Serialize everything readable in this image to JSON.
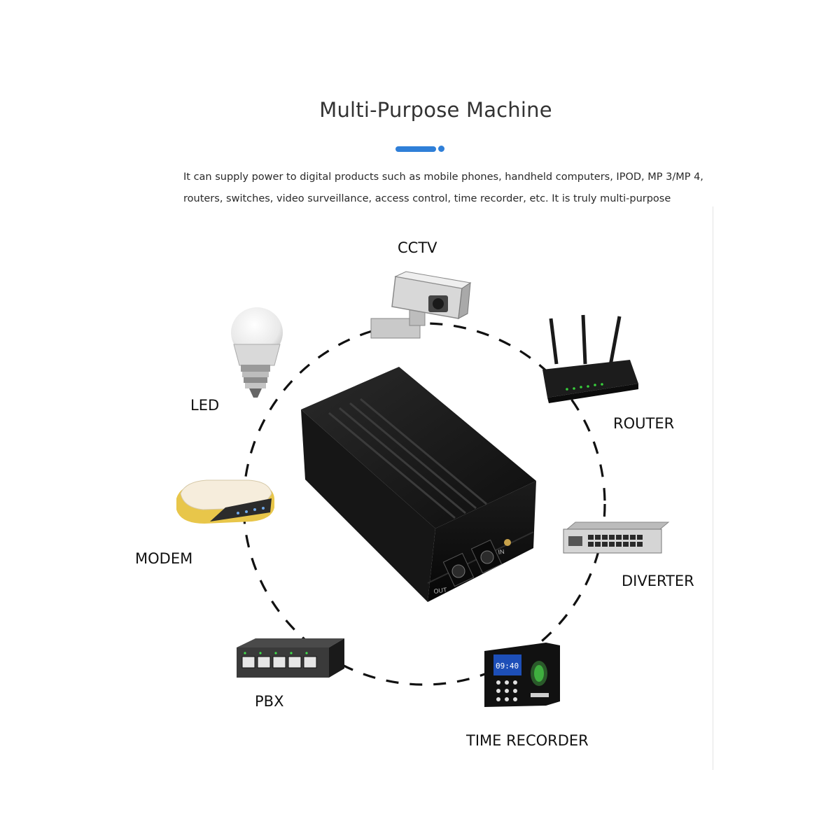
{
  "heading": "Multi-Purpose Machine",
  "description": {
    "line1": "It can supply power to digital products such as mobile phones, handheld computers, IPOD, MP 3/MP 4,",
    "line2": "routers, switches, video surveillance, access control, time recorder, etc. It is truly multi-purpose"
  },
  "accent_color": "#2f7fd8",
  "devices": {
    "cctv": "CCTV",
    "led": "LED",
    "router": "ROUTER",
    "modem": "MODEM",
    "diverter": "DIVERTER",
    "pbx": "PBX",
    "time_recorder": "TIME RECORDER"
  },
  "product": {
    "port_out": "OUT",
    "port_in": "IN"
  },
  "clock_display": "09:40",
  "icons": [
    "cctv-camera-icon",
    "led-bulb-icon",
    "router-icon",
    "modem-icon",
    "diverter-switch-icon",
    "pbx-switch-icon",
    "time-recorder-icon",
    "ups-power-box"
  ]
}
